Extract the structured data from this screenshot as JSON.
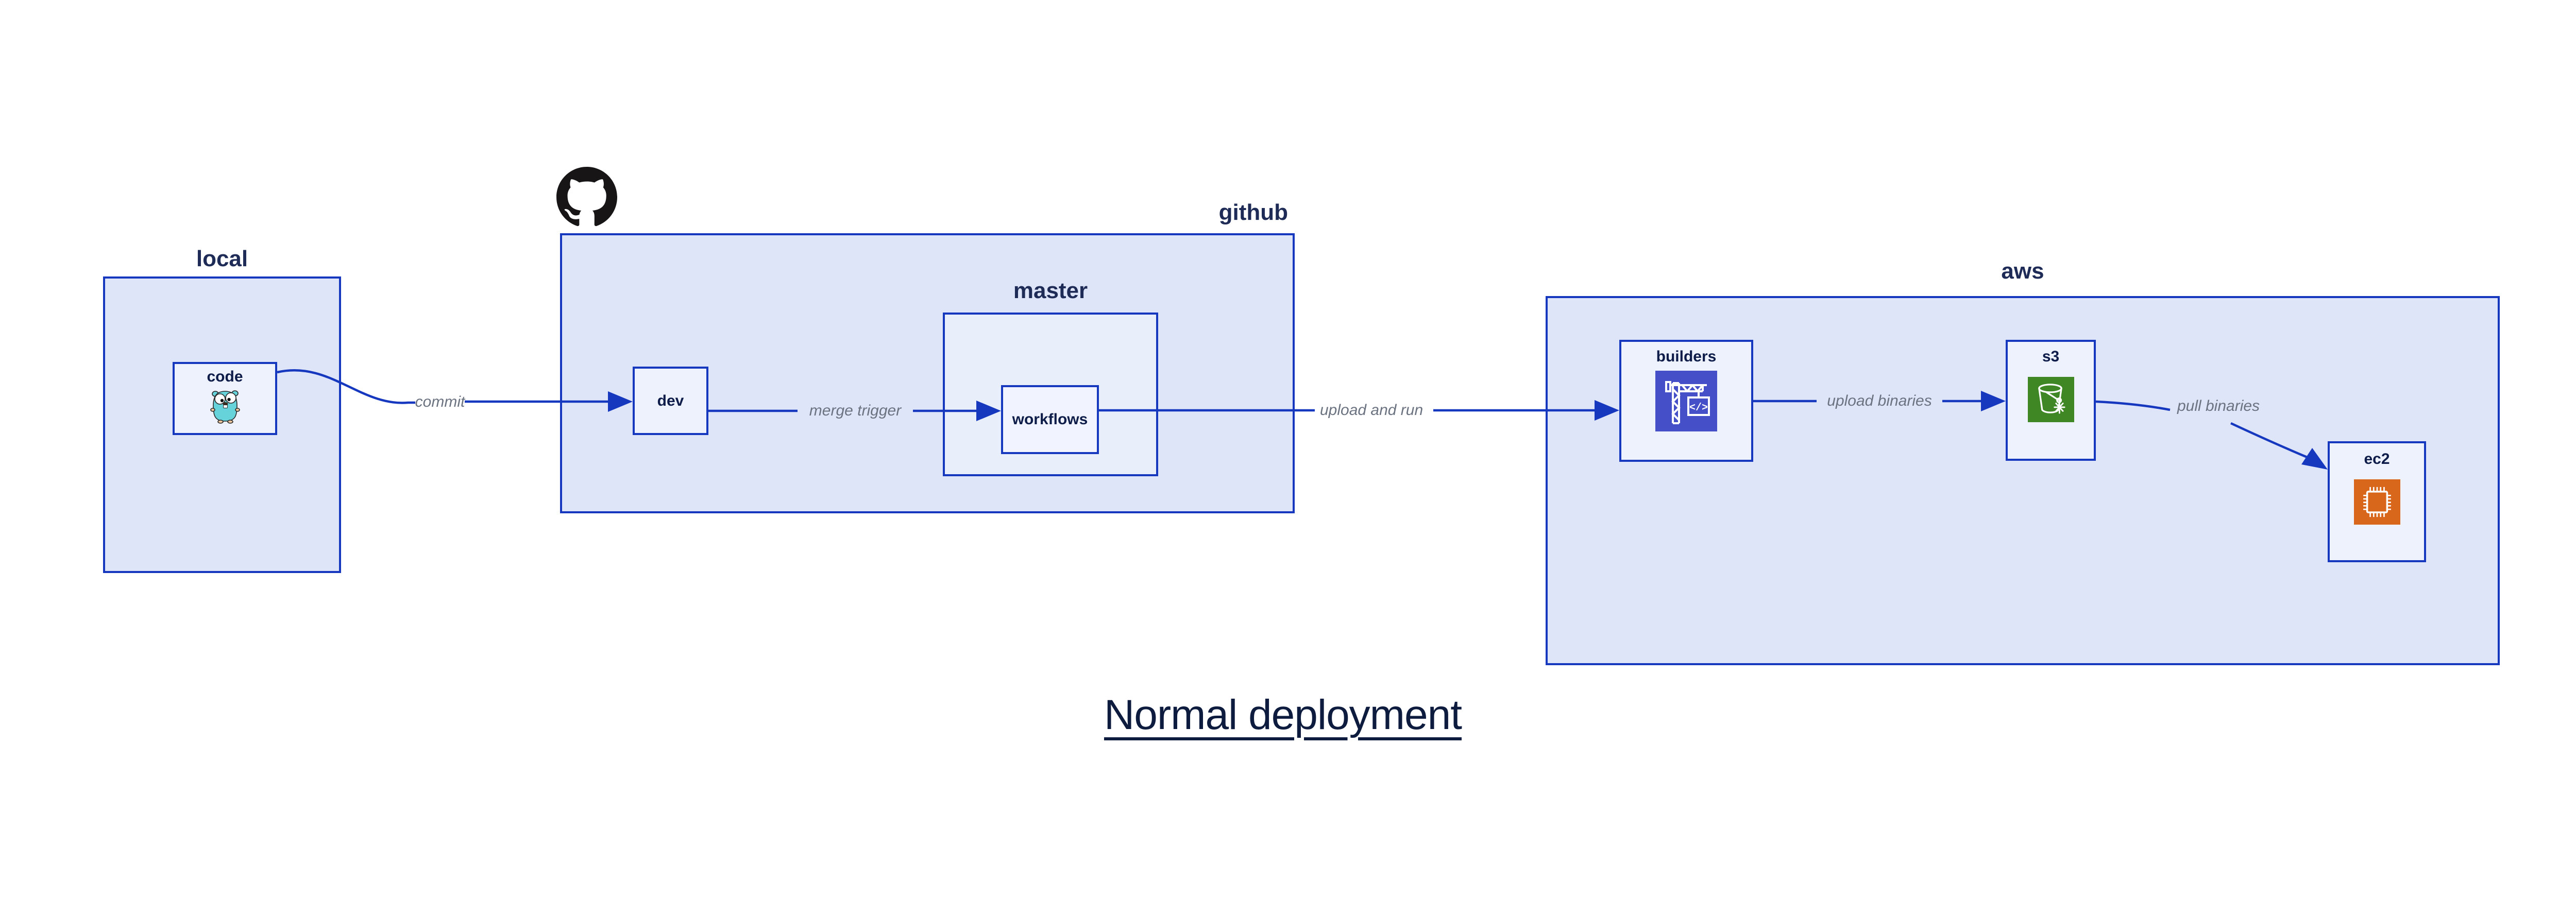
{
  "title": {
    "text": "Normal deployment"
  },
  "containers": {
    "local": {
      "label": "local"
    },
    "github": {
      "label": "github"
    },
    "master": {
      "label": "master"
    },
    "aws": {
      "label": "aws"
    }
  },
  "nodes": {
    "code": {
      "label": "code",
      "icon": "go-gopher"
    },
    "dev": {
      "label": "dev"
    },
    "workflows": {
      "label": "workflows"
    },
    "builders": {
      "label": "builders",
      "icon": "codebuild-crane",
      "icon_glyph": "</>"
    },
    "s3": {
      "label": "s3",
      "icon": "s3-bucket-snowflake"
    },
    "ec2": {
      "label": "ec2",
      "icon": "ec2-chip"
    }
  },
  "edges": {
    "commit": {
      "label": "commit",
      "from": "code",
      "to": "dev"
    },
    "merge_trigger": {
      "label": "merge trigger",
      "from": "dev",
      "to": "workflows"
    },
    "upload_and_run": {
      "label": "upload and run",
      "from": "workflows",
      "to": "builders"
    },
    "upload_binaries": {
      "label": "upload binaries",
      "from": "builders",
      "to": "s3"
    },
    "pull_binaries": {
      "label": "pull binaries",
      "from": "s3",
      "to": "ec2"
    }
  },
  "colors": {
    "accent_blue": "#1638bf",
    "container_fill": "#dfe5f9",
    "inner_container_fill": "#e9eefb",
    "node_fill": "#eef2fd",
    "node_label": "#0e1c49",
    "edge_label": "#6b7280",
    "codebuild_icon_bg": "#454fc8",
    "s3_icon_bg": "#3f8624",
    "ec2_icon_bg": "#d8661b",
    "github_logo": "#171515",
    "gopher_body": "#66d3da"
  }
}
